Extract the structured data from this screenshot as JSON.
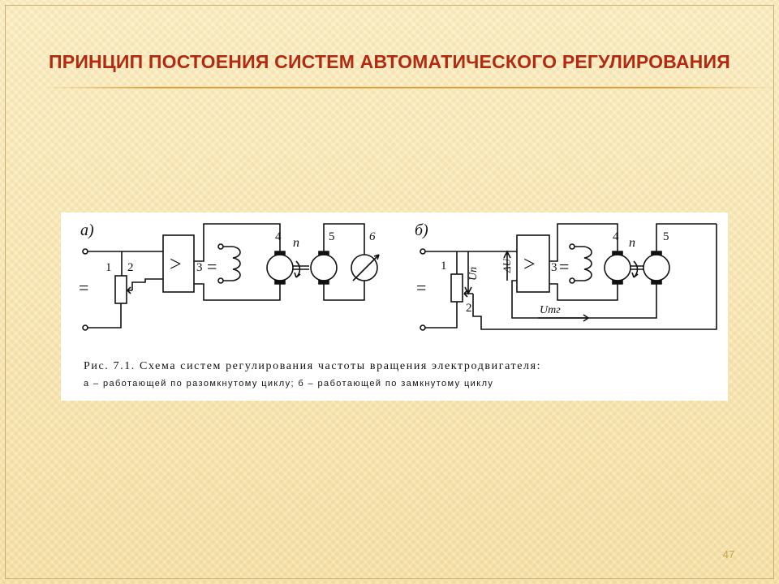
{
  "slide": {
    "title": "ПРИНЦИП ПОСТОЕНИЯ СИСТЕМ АВТОМАТИЧЕСКОГО РЕГУЛИРОВАНИЯ",
    "page_number": "47",
    "colors": {
      "title": "#b22a12",
      "accent_rule": "#d9a040",
      "background": "#fbe9b8"
    }
  },
  "figure": {
    "caption": "Рис. 7.1. Схема систем регулирования частоты вращения электродвигателя:",
    "subcaption": "а – работающей по разомкнутому циклу; б – работающей по замкнутому циклу",
    "diagram_a": {
      "label": "а)",
      "supply": "=",
      "elements": [
        "1",
        "2",
        "3",
        "4",
        "5",
        "6"
      ],
      "amplifier": ">",
      "speed": "n"
    },
    "diagram_b": {
      "label": "б)",
      "supply": "=",
      "elements": [
        "1",
        "2",
        "3",
        "4",
        "5"
      ],
      "amplifier": ">",
      "speed": "n",
      "signals": [
        "Uп",
        "ΔU",
        "Uтг"
      ]
    }
  }
}
